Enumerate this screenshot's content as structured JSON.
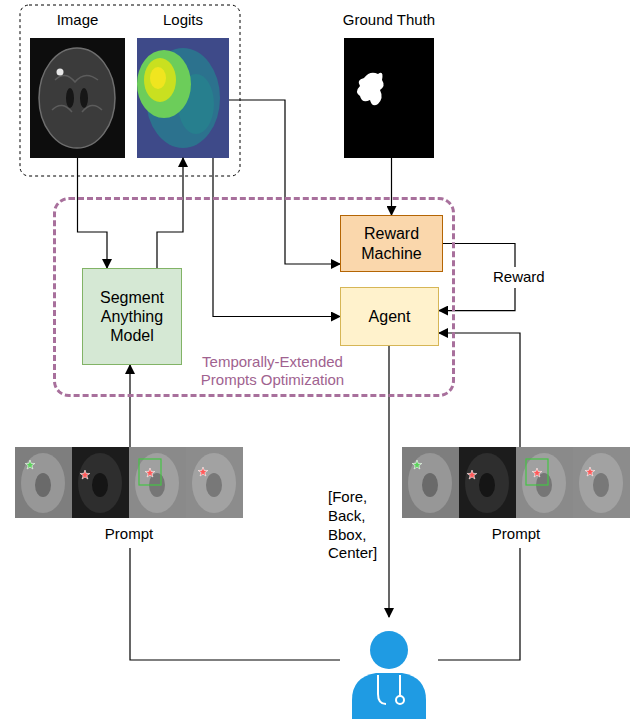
{
  "diagram": {
    "nodes": [
      {
        "text": [
          "Image"
        ]
      },
      {
        "text": [
          "Logits"
        ]
      },
      {
        "text": [
          "Ground Thuth"
        ]
      },
      {
        "text": [
          "Temporally-Extended Prompts Optimization"
        ]
      },
      {
        "text": [
          "Segment Anything Model"
        ],
        "in": 3
      },
      {
        "text": [
          "Reward Machine"
        ],
        "in": 3
      },
      {
        "text": [
          "Agent"
        ],
        "in": 3
      },
      {
        "text": [
          "Prompt"
        ]
      },
      {
        "text": [
          "Prompt"
        ]
      }
    ],
    "edges": [
      {
        "from": 0,
        "to": 4,
        "arrow": "to"
      },
      {
        "from": 4,
        "to": 1,
        "arrow": "to"
      },
      {
        "from": 1,
        "to": 5,
        "arrow": "to"
      },
      {
        "from": 2,
        "to": 5,
        "arrow": "to"
      },
      {
        "from": 5,
        "to": 6,
        "arrow": "to",
        "label": "Reward"
      },
      {
        "from": 1,
        "to": 6,
        "arrow": "to"
      },
      {
        "from": 7,
        "to": 4,
        "arrow": "to"
      },
      {
        "from": 8,
        "to": 6,
        "arrow": "to"
      }
    ],
    "labels": [
      "[Fore, Back, Bbox, Center]"
    ]
  }
}
